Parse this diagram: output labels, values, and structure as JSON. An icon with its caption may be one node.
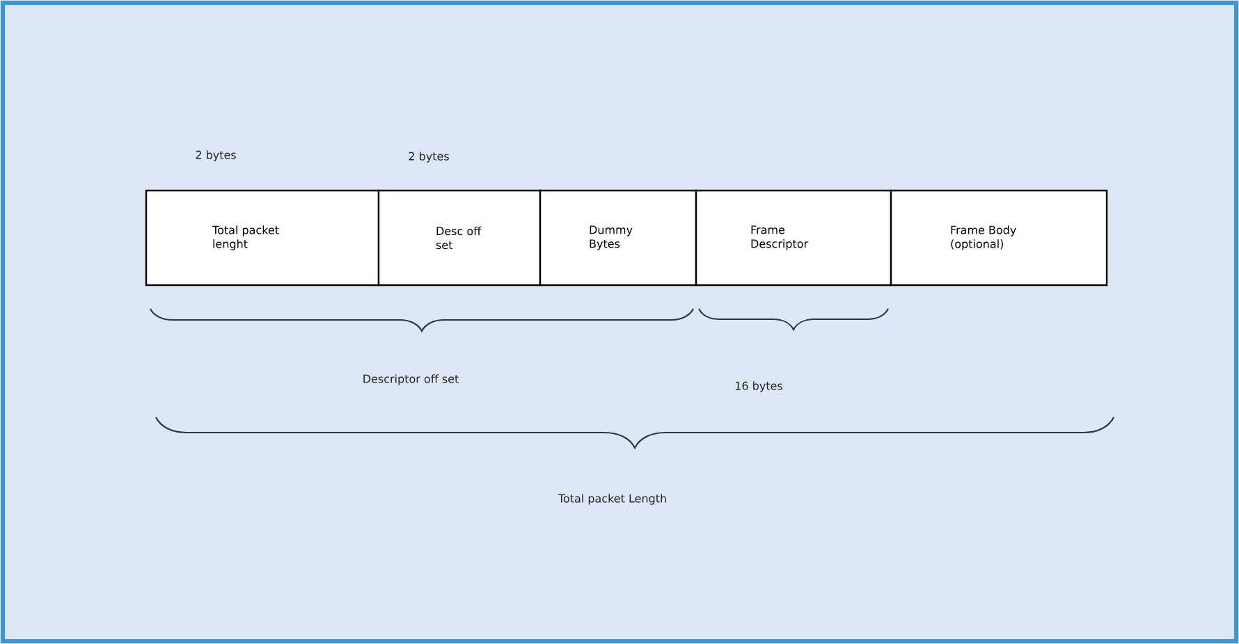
{
  "diagram": {
    "nodes": [
      {
        "text": [
          "Total packet lenght"
        ]
      },
      {
        "text": [
          "Desc off set"
        ]
      },
      {
        "text": [
          "Dummy Bytes"
        ]
      },
      {
        "text": [
          "Frame Descriptor"
        ]
      },
      {
        "text": [
          "Frame Body (optional)"
        ]
      }
    ],
    "labels": [
      "2 bytes",
      "2 bytes",
      "Descriptor off set",
      "16 bytes",
      "Total packet Length"
    ]
  }
}
